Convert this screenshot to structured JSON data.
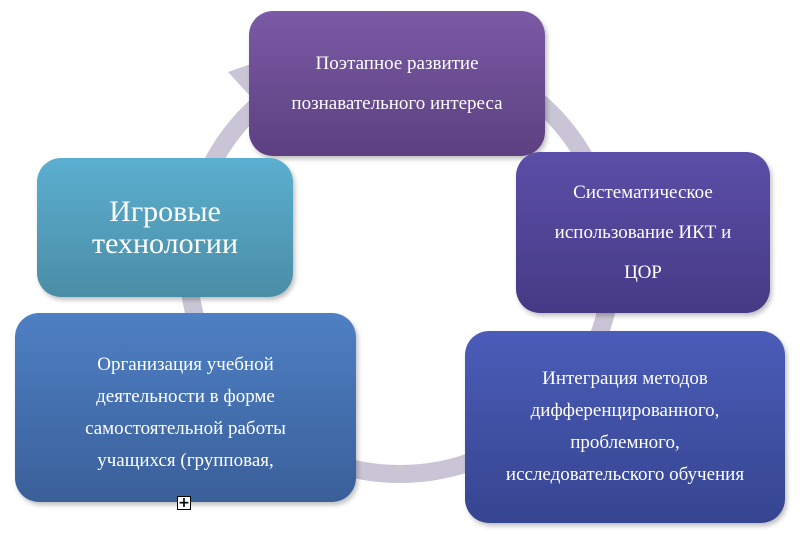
{
  "diagram": {
    "type": "cycle",
    "nodes": [
      {
        "id": "top",
        "lines": [
          "Поэтапное развитие",
          "познавательного интереса"
        ],
        "color": "#6b4d94"
      },
      {
        "id": "right",
        "lines": [
          "Систематическое",
          "использование ИКТ и",
          "ЦОР"
        ],
        "color": "#514497"
      },
      {
        "id": "bottom-right",
        "lines": [
          "Интеграция методов",
          "дифференцированного,",
          "проблемного,",
          "исследовательского обучения"
        ],
        "color": "#3f50a4"
      },
      {
        "id": "bottom-left",
        "lines": [
          "Организация учебной",
          "деятельности в форме",
          "самостоятельной работы",
          "учащихся (групповая,"
        ],
        "color": "#4470ae"
      },
      {
        "id": "left",
        "lines": [
          "Игровые",
          "технологии"
        ],
        "color": "#529ebb"
      }
    ],
    "ring_color": "#c9c5d6",
    "expand_icon": "plus-box-icon"
  }
}
